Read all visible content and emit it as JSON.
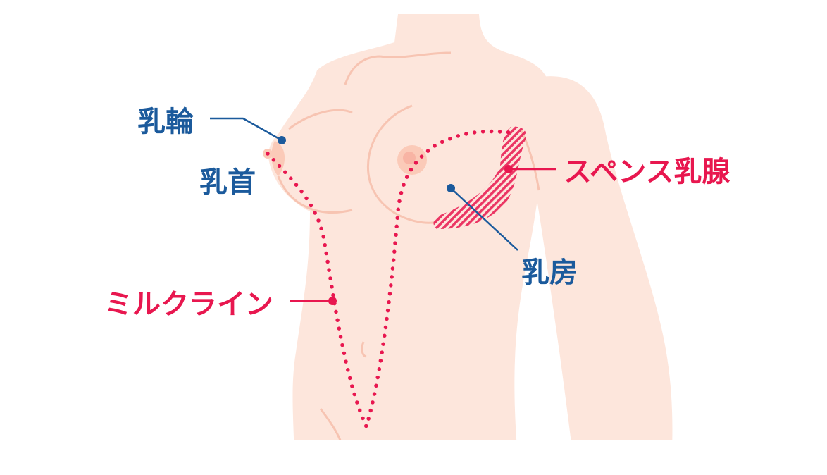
{
  "labels": {
    "areola": "乳輪",
    "nipple": "乳首",
    "spence": "スペンス乳腺",
    "breast": "乳房",
    "milk_line": "ミルクライン"
  },
  "colors": {
    "skin": "#fde6dc",
    "outline": "#f7c4b2",
    "accent_pink": "#e8174f",
    "accent_blue": "#1b5a9c"
  }
}
